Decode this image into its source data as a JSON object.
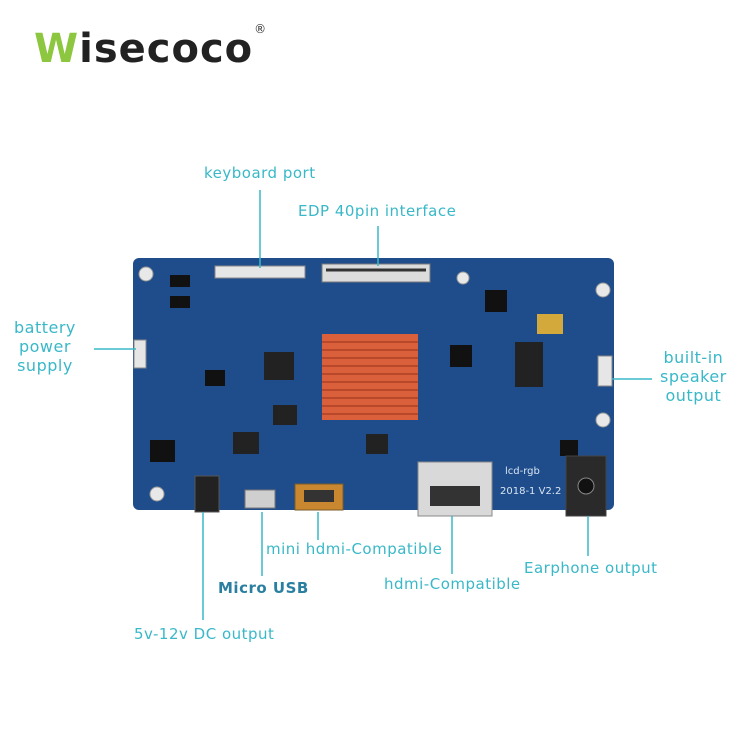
{
  "brand": {
    "logo_w": "W",
    "logo_rest": "isecoco",
    "registered": "®"
  },
  "labels": {
    "keyboard_port": "keyboard port",
    "edp": "EDP 40pin interface",
    "battery_1": "battery",
    "battery_2": "power",
    "battery_3": "supply",
    "speaker_1": "built-in",
    "speaker_2": "speaker",
    "speaker_3": "output",
    "mini_hdmi": "mini hdmi-Compatible",
    "micro_usb": "Micro USB",
    "dc_output": "5v-12v DC output",
    "hdmi": "hdmi-Compatible",
    "earphone": "Earphone output"
  },
  "board": {
    "silk_lcd": "lcd-rgb",
    "silk_version": "2018-1  V2.2"
  },
  "colors": {
    "accent": "#39b8c8",
    "board": "#1f4d8c",
    "heatsink": "#d9603a",
    "logo_green": "#8dc63f"
  }
}
